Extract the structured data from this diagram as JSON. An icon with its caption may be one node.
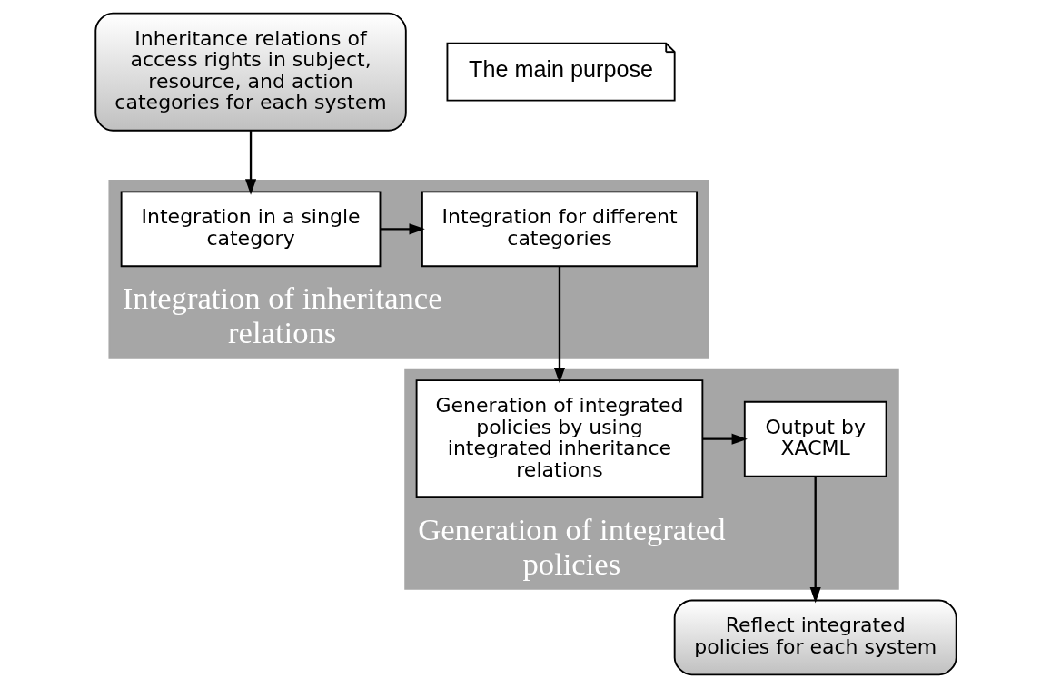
{
  "diagram": {
    "nodes": [
      {
        "text": [
          "Inheritance relations of access rights in subject, resource, and action categories for each system"
        ]
      },
      {
        "text": [
          "Integration of inheritance relations"
        ]
      },
      {
        "text": [
          "Integration in a single category"
        ],
        "in": 1
      },
      {
        "text": [
          "Integration for different categories"
        ],
        "in": 1
      },
      {
        "text": [
          "Generation of integrated policies"
        ]
      },
      {
        "text": [
          "Generation of integrated policies by using integrated inheritance relations"
        ],
        "in": 4
      },
      {
        "text": [
          "Output by XACML"
        ],
        "in": 4
      },
      {
        "text": [
          "The main purpose"
        ]
      },
      {
        "text": [
          "Reflect integrated policies for each system"
        ]
      }
    ],
    "edges": [
      {
        "from": 0,
        "to": 2,
        "arrow": "to"
      },
      {
        "from": 2,
        "to": 3,
        "arrow": "to"
      },
      {
        "from": 3,
        "to": 5,
        "arrow": "to"
      },
      {
        "from": 5,
        "to": 6,
        "arrow": "to"
      },
      {
        "from": 6,
        "to": 8,
        "arrow": "to"
      }
    ]
  }
}
